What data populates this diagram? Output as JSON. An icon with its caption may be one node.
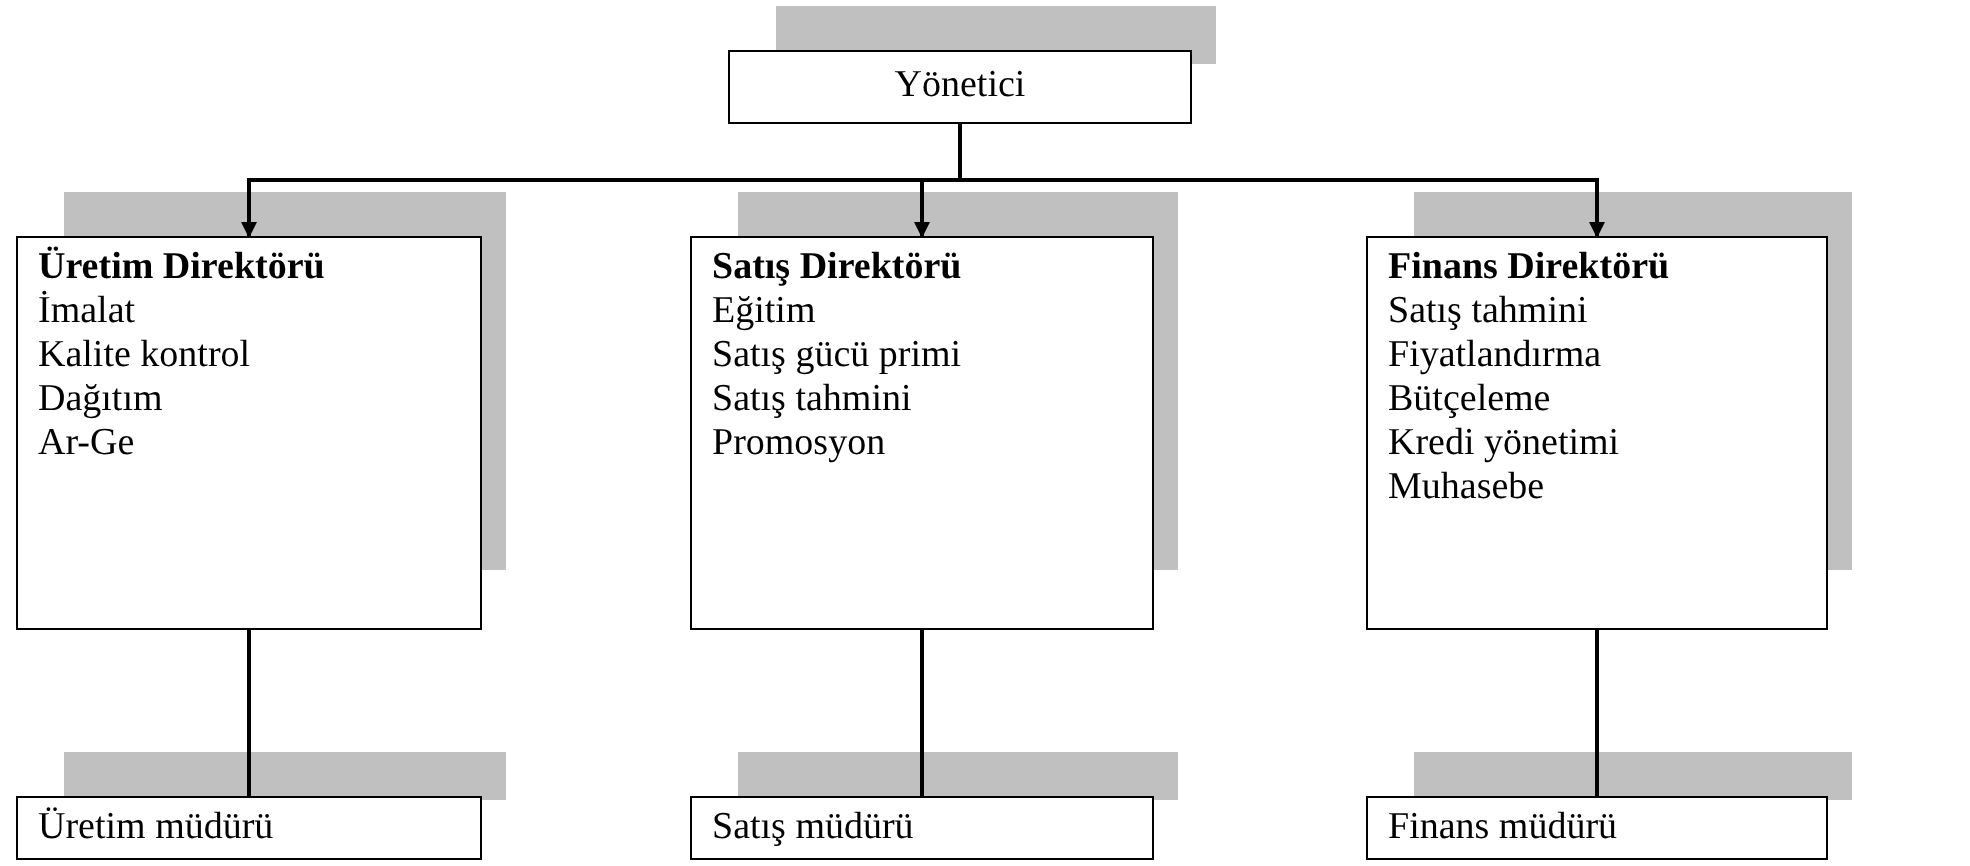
{
  "diagram": {
    "nodes": [
      {
        "text": [
          "Yönetici"
        ]
      },
      {
        "text": [
          "Üretim Direktörü",
          "İmalat",
          "Kalite kontrol",
          "Dağıtım",
          "Ar-Ge"
        ]
      },
      {
        "text": [
          "Satış Direktörü",
          "Eğitim",
          "Satış gücü primi",
          "Satış tahmini",
          "Promosyon"
        ]
      },
      {
        "text": [
          "Finans Direktörü",
          "Satış tahmini",
          "Fiyatlandırma",
          "Bütçeleme",
          "Kredi yönetimi",
          "Muhasebe"
        ]
      },
      {
        "text": [
          "Üretim müdürü"
        ]
      },
      {
        "text": [
          "Satış müdürü"
        ]
      },
      {
        "text": [
          "Finans müdürü"
        ]
      }
    ],
    "edges": [
      {
        "from": 0,
        "to": 1,
        "arrow": "to"
      },
      {
        "from": 0,
        "to": 2,
        "arrow": "to"
      },
      {
        "from": 0,
        "to": 3,
        "arrow": "to"
      },
      {
        "from": 1,
        "to": 4,
        "arrow": "none"
      },
      {
        "from": 2,
        "to": 5,
        "arrow": "none"
      },
      {
        "from": 3,
        "to": 6,
        "arrow": "none"
      }
    ]
  }
}
